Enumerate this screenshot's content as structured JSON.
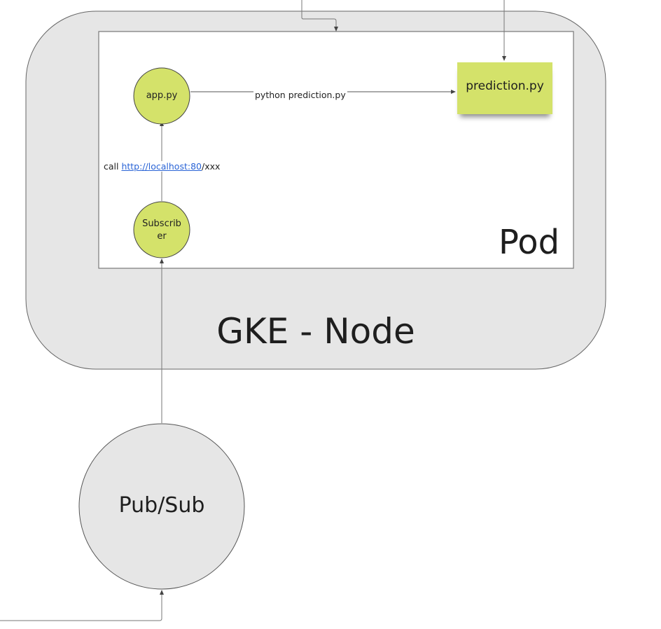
{
  "diagram": {
    "node": {
      "label": "GKE - Node"
    },
    "pod": {
      "label": "Pod"
    },
    "components": [
      {
        "id": "app",
        "label": "app.py",
        "shape": "circle",
        "color": "#d4e26a"
      },
      {
        "id": "subscriber",
        "label_line1": "Subscrib",
        "label_line2": "er",
        "shape": "circle",
        "color": "#d4e26a"
      },
      {
        "id": "prediction",
        "label": "prediction.py",
        "shape": "sticky-note",
        "color": "#d4e26a"
      },
      {
        "id": "pubsub",
        "label": "Pub/Sub",
        "shape": "circle",
        "color": "#e6e6e6"
      }
    ],
    "edges": [
      {
        "from": "app",
        "to": "prediction",
        "label": "python prediction.py"
      },
      {
        "from": "subscriber",
        "to": "app",
        "label_prefix": "call ",
        "label_link": "http://localhost:80",
        "label_suffix": "/xxx"
      },
      {
        "from": "pubsub",
        "to": "subscriber",
        "label": ""
      },
      {
        "from": "external-left",
        "to": "pubsub",
        "label": ""
      },
      {
        "from": "external-top",
        "to": "pod",
        "label": ""
      },
      {
        "from": "external-top",
        "to": "prediction",
        "label": ""
      }
    ],
    "colors": {
      "node_fill": "#e6e6e6",
      "pod_fill": "#ffffff",
      "accent_green": "#d4e26a",
      "link": "#2a64d6",
      "line": "#777777"
    }
  }
}
